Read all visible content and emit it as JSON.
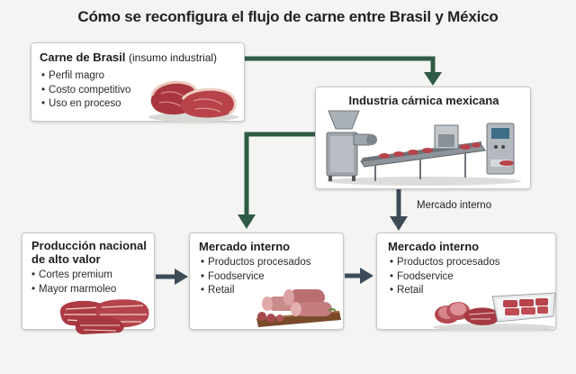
{
  "title": "Cómo se reconfigura el flujo de carne entre Brasil y México",
  "colors": {
    "flow_green": "#2f5a44",
    "flow_gray": "#3d4b58",
    "box_border": "#c8c8c8",
    "meat": "#b3424a"
  },
  "nodes": {
    "brasil": {
      "title": "Carne de Brasil",
      "subtitle": "(insumo industrial)",
      "bullets": [
        "Perfil magro",
        "Costo competitivo",
        "Uso en proceso"
      ],
      "icon": "raw-beef-cuts"
    },
    "industria": {
      "title": "Industria cárnica mexicana",
      "icon": "meat-processing-line"
    },
    "produccion": {
      "title_line1": "Producción nacional",
      "title_line2": "de alto valor",
      "bullets": [
        "Cortes premium",
        "Mayor marmoleo"
      ],
      "icon": "marbled-steaks"
    },
    "mercado1": {
      "title": "Mercado interno",
      "bullets": [
        "Productos procesados",
        "Foodservice",
        "Retail"
      ],
      "icon": "sausages-board"
    },
    "mercado2": {
      "title": "Mercado interno",
      "bullets": [
        "Productos procesados",
        "Foodservice",
        "Retail"
      ],
      "icon": "packaged-meat-tray"
    }
  },
  "edges": [
    {
      "from": "brasil",
      "to": "industria",
      "color": "#2f5a44"
    },
    {
      "from": "industria",
      "to": "mercado1",
      "color": "#2f5a44"
    },
    {
      "from": "industria",
      "to": "mercado2",
      "color": "#3d4b58",
      "label": "Mercado interno"
    },
    {
      "from": "produccion",
      "to": "mercado1",
      "color": "#3d4b58"
    },
    {
      "from": "mercado1",
      "to": "mercado2",
      "color": "#3d4b58"
    }
  ]
}
